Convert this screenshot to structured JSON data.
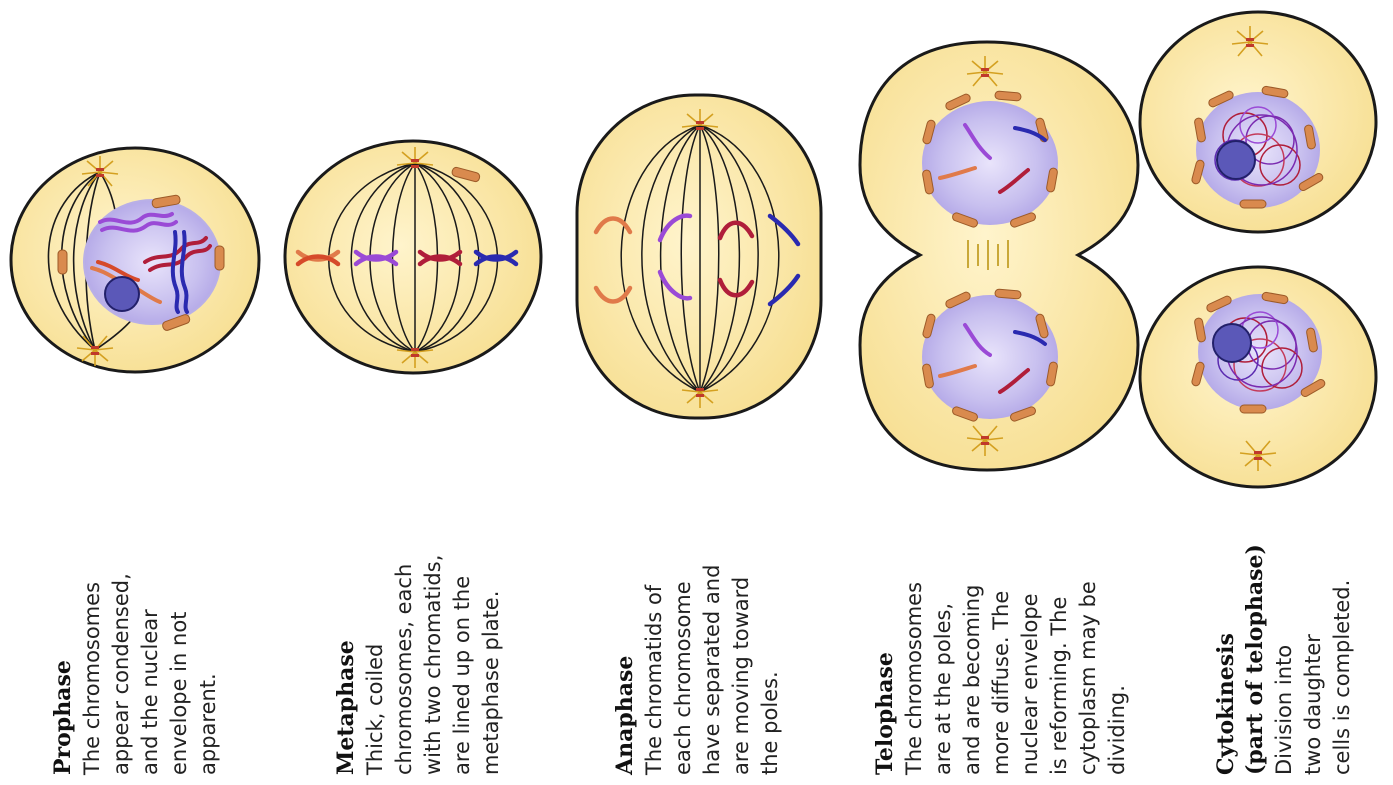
{
  "stages": [
    {
      "id": "prophase",
      "title": "Prophase",
      "lines": [
        "The chromosomes",
        "appear condensed,",
        "and the nuclear",
        "envelope in not",
        "apparent."
      ]
    },
    {
      "id": "metaphase",
      "title": "Metaphase",
      "lines": [
        "Thick, coiled",
        "chromosomes, each",
        "with two chromatids,",
        "are lined up on the",
        "metaphase plate."
      ]
    },
    {
      "id": "anaphase",
      "title": "Anaphase",
      "lines": [
        "The chromatids of",
        "each chromosome",
        "have separated and",
        "are moving toward",
        "the poles."
      ]
    },
    {
      "id": "telophase",
      "title": "Telophase",
      "lines": [
        "The chromosomes",
        "are at the poles,",
        "and are becoming",
        "more diffuse. The",
        "nuclear envelope",
        "is reforming. The",
        "cytoplasm may be",
        "dividing."
      ]
    },
    {
      "id": "cytokinesis",
      "title": "Cytokinesis",
      "lines": [
        "(part of telophase)",
        "Division into",
        "two daughter",
        "cells is completed."
      ]
    }
  ],
  "colors": {
    "cytoplasm": "#fbe7a6",
    "cell_outline": "#1a1a1a",
    "nucleus": "#c9c4f0",
    "organelle": "#d98a4e",
    "chromosome_red": "#d64a2a",
    "chromosome_purple": "#9a4ad6",
    "chromosome_crimson": "#b01e3a",
    "chromosome_navy": "#2a2ab0"
  }
}
